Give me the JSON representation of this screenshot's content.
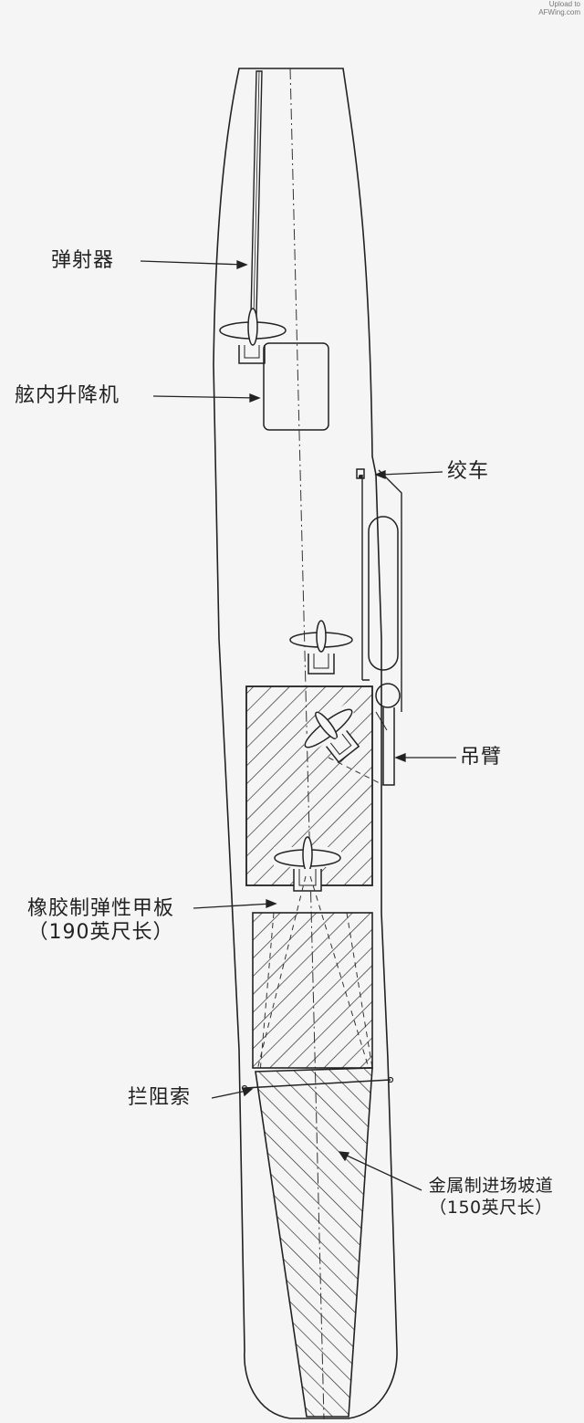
{
  "watermark": {
    "line1": "Upload to",
    "line2": "AFWing.com"
  },
  "labels": {
    "catapult": "弹射器",
    "elevator": "舷内升降机",
    "winch": "绞车",
    "crane": "吊臂",
    "rubber_deck_line1": "橡胶制弹性甲板",
    "rubber_deck_line2": "（190英尺长）",
    "arrestor": "拦阻索",
    "ramp_line1": "金属制进场坡道",
    "ramp_line2": "（150英尺长）"
  },
  "colors": {
    "background": "#f5f5f5",
    "ink": "#222222"
  }
}
